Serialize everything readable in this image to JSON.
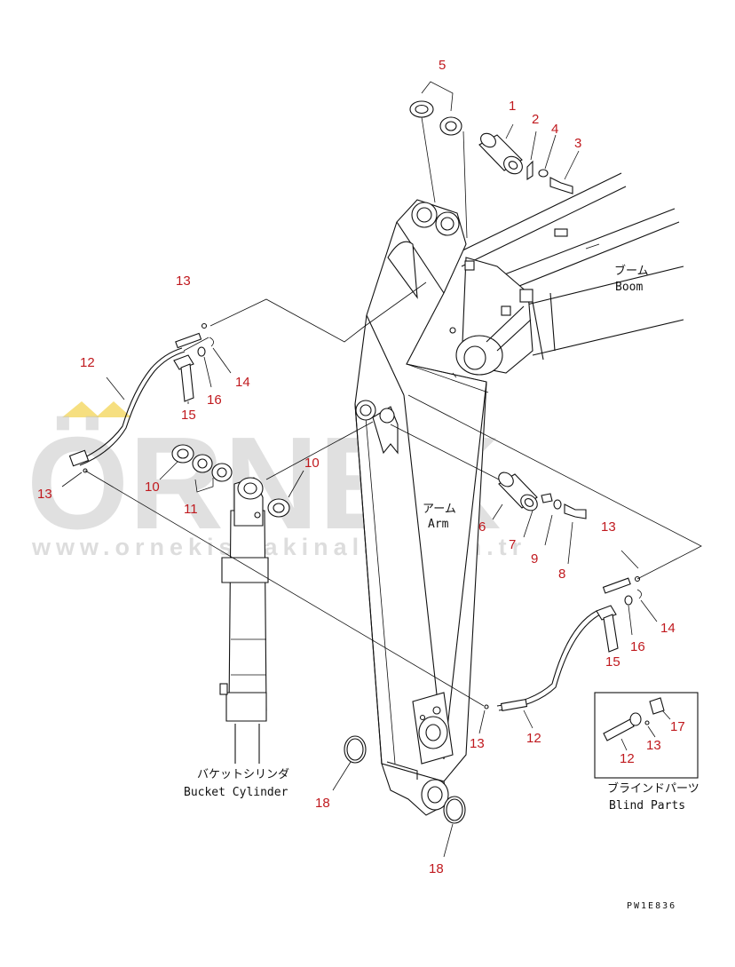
{
  "callouts": {
    "c1": "1",
    "c2": "2",
    "c3": "3",
    "c4": "4",
    "c5": "5",
    "c6": "6",
    "c7": "7",
    "c8": "8",
    "c9": "9",
    "c10a": "10",
    "c10b": "10",
    "c11": "11",
    "c12a": "12",
    "c12b": "12",
    "c12c": "12",
    "c13a": "13",
    "c13b": "13",
    "c13c": "13",
    "c13d": "13",
    "c13e": "13",
    "c14a": "14",
    "c14b": "14",
    "c15a": "15",
    "c15b": "15",
    "c16a": "16",
    "c16b": "16",
    "c17": "17",
    "c18a": "18",
    "c18b": "18"
  },
  "labels": {
    "boom_jp": "ブーム",
    "boom_en": "Boom",
    "arm_jp": "アーム",
    "arm_en": "Arm",
    "bucket_jp": "バケットシリンダ",
    "bucket_en": "Bucket Cylinder",
    "blind_jp": "ブラインドパーツ",
    "blind_en": "Blind Parts"
  },
  "drawing_code": "PW1E836",
  "watermark": {
    "brand": "ÖRNEK",
    "url": "www.ornekismakinalari.com.tr"
  },
  "colors": {
    "callout": "#c0191e",
    "line": "#111111",
    "watermark": "#c8c8c8",
    "watermark_accent": "#f2d24a"
  }
}
